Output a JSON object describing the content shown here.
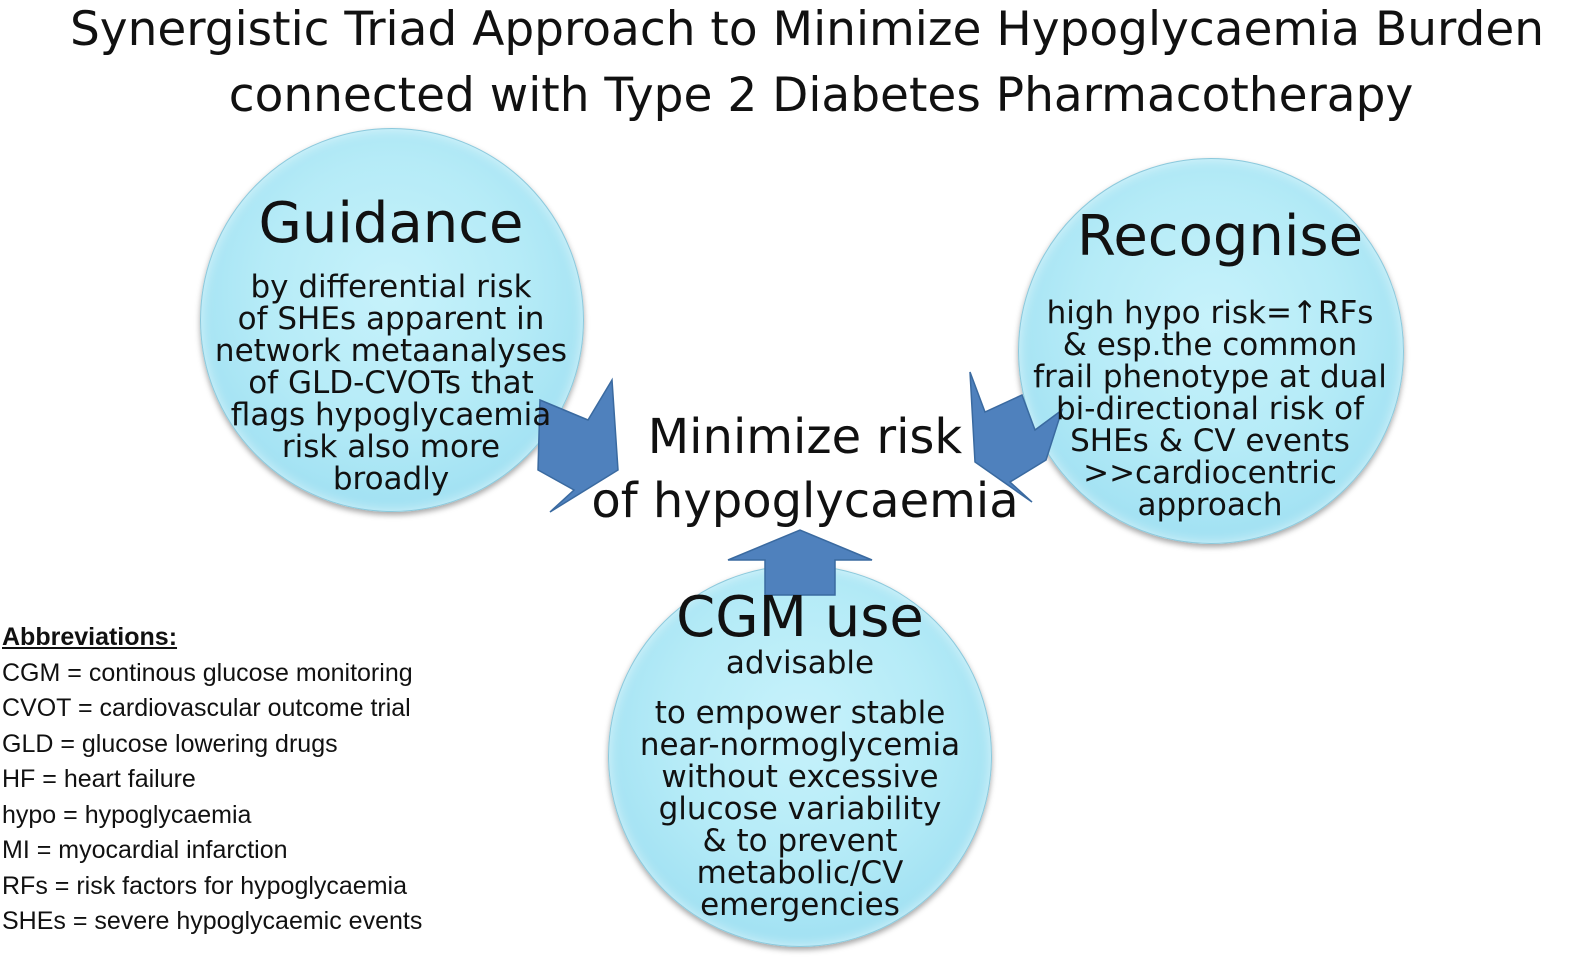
{
  "title": {
    "line1": "Synergistic Triad Approach to Minimize Hypoglycaemia Burden",
    "line2": "connected with Type 2 Diabetes Pharmacotherapy"
  },
  "center": {
    "line1": "Minimize risk",
    "line2": "of hypoglycaemia"
  },
  "guidance": {
    "heading": "Guidance",
    "lines": [
      "by differential risk",
      "of SHEs apparent in",
      "network metaanalyses",
      "of GLD-CVOTs that",
      "flags hypoglycaemia",
      "risk also more",
      "broadly"
    ]
  },
  "recognise": {
    "heading": "Recognise",
    "lines": [
      "high hypo risk=↑RFs",
      "& esp.the common",
      "frail phenotype at dual",
      "bi-directional risk of",
      "SHEs & CV events",
      ">>cardiocentric",
      "approach"
    ]
  },
  "cgm": {
    "heading": "CGM use",
    "subheading": "advisable",
    "lines": [
      "to empower stable",
      "near-normoglycemia",
      "without excessive",
      "glucose variability",
      "& to prevent",
      "metabolic/CV",
      "emergencies"
    ]
  },
  "abbreviations": {
    "heading": "Abbreviations:",
    "items": [
      "CGM = continous glucose monitoring",
      "CVOT = cardiovascular outcome trial",
      "GLD = glucose lowering drugs",
      "HF = heart failure",
      "hypo = hypoglycaemia",
      "MI = myocardial infarction",
      "RFs = risk factors for hypoglycaemia",
      "SHEs = severe hypoglycaemic events"
    ]
  },
  "colors": {
    "arrow": "#4f81bd",
    "circle": "#b5ebf7"
  }
}
